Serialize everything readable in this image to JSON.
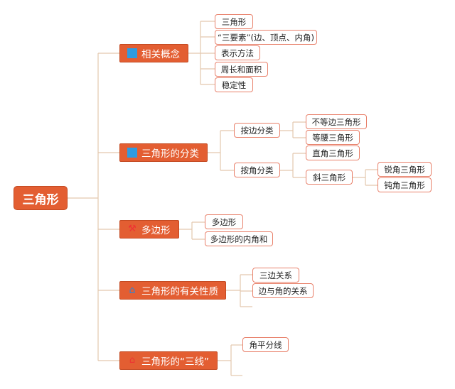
{
  "root": "三角形",
  "branches": [
    {
      "label": "相关概念"
    },
    {
      "label": "三角形的分类"
    },
    {
      "label": "多边形"
    },
    {
      "label": "三角形的有关性质"
    },
    {
      "label": "三角形的“三线”"
    }
  ],
  "concepts": [
    "三角形",
    "“三要素”(边、顶点、内角)",
    "表示方法",
    "周长和面积",
    "稳定性"
  ],
  "classification": {
    "by_side": {
      "label": "按边分类",
      "items": [
        "不等边三角形",
        "等腰三角形"
      ]
    },
    "by_angle": {
      "label": "按角分类",
      "right": "直角三角形",
      "oblique": {
        "label": "斜三角形",
        "items": [
          "锐角三角形",
          "钝角三角形"
        ]
      }
    }
  },
  "polygon": [
    "多边形",
    "多边形的内角和"
  ],
  "properties": [
    "三边关系",
    "边与角的关系"
  ],
  "lines": [
    "角平分线"
  ],
  "colors": {
    "accent": "#e35e32",
    "leaf_border": "#e8806a",
    "connector": "#e3c7ae",
    "icon_blue": "#2f9be0",
    "icon_red": "#e33333"
  },
  "icons": [
    "square-icon",
    "square-icon",
    "tools-icon",
    "house-icon",
    "home-icon"
  ]
}
